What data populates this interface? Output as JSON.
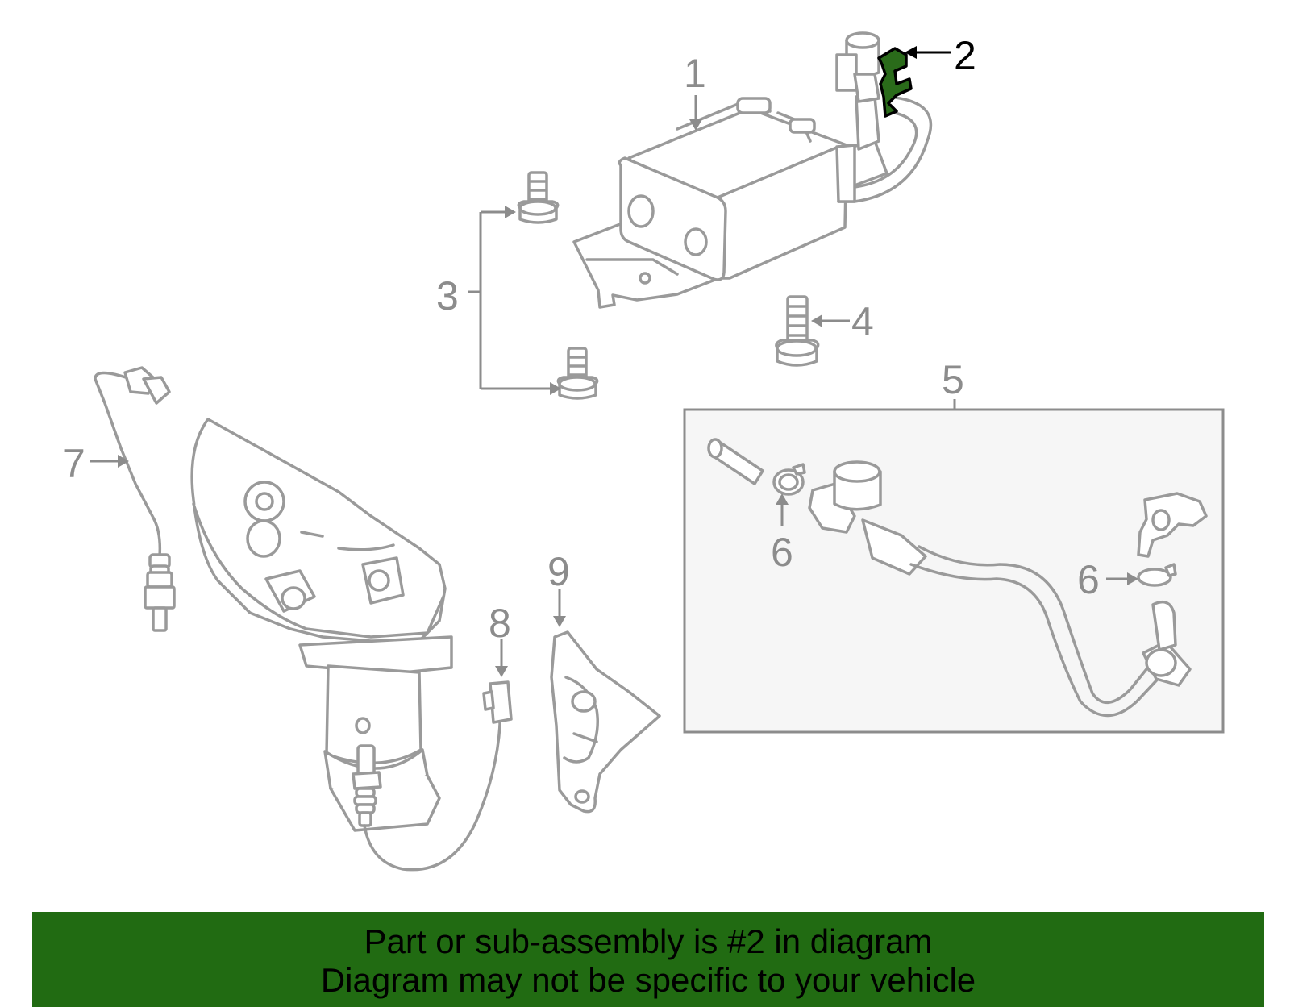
{
  "callouts": {
    "c1": "1",
    "c2": "2",
    "c3": "3",
    "c4": "4",
    "c5": "5",
    "c6a": "6",
    "c6b": "6",
    "c7": "7",
    "c8": "8",
    "c9": "9"
  },
  "highlighted_part": "2",
  "colors": {
    "highlight_fill": "#2a6b1a",
    "banner_background": "#216b12",
    "line_art": "#9a9a9a"
  },
  "banner": {
    "line1": "Part or sub-assembly is #2 in diagram",
    "line2": "Diagram may not be specific to your vehicle"
  }
}
